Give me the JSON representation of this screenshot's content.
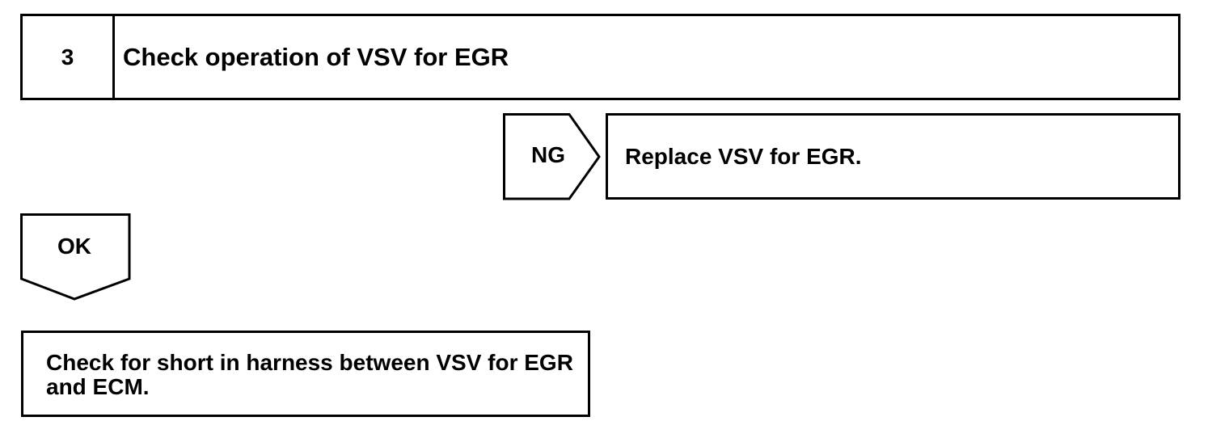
{
  "step": {
    "number": "3",
    "title": "Check operation of VSV for EGR"
  },
  "ng_branch": {
    "label": "NG",
    "action": "Replace VSV for EGR."
  },
  "ok_branch": {
    "label": "OK",
    "action": "Check for short in harness between VSV for EGR and ECM."
  },
  "colors": {
    "line": "#000000",
    "background": "#ffffff"
  }
}
